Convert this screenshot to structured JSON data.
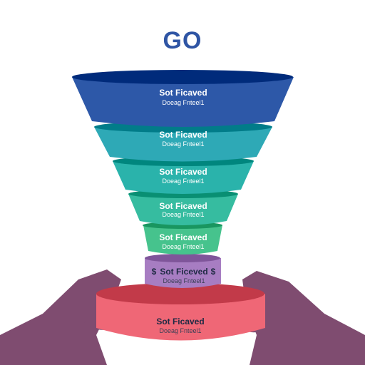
{
  "title": "GO",
  "colors": {
    "title": "#2f55a4",
    "text_light": "#ffffff",
    "text_dark_title": "#1f2a44",
    "text_dark_sub": "#3a3f55"
  },
  "layers": [
    {
      "title": "Sot Ficaved",
      "sub": "Doeag Fnteel1",
      "color": "#2d58a8"
    },
    {
      "title": "Sot Ficaved",
      "sub": "Doeag Fnteel1",
      "color": "#2ea9b6"
    },
    {
      "title": "Sot Ficaved",
      "sub": "Doeag Fnteel1",
      "color": "#2ab3ab"
    },
    {
      "title": "Sot Ficaved",
      "sub": "Doeag Fnteel1",
      "color": "#36bca0"
    },
    {
      "title": "Sot Ficaved",
      "sub": "Doeag Fnteel1",
      "color": "#46c38d"
    }
  ],
  "neck": {
    "title": "Sot Ficeved",
    "sub": "Doeag Fnteel1",
    "left_symbol": "$",
    "right_symbol": "$",
    "color": "#a77dc2"
  },
  "base": {
    "title": "Sot Ficaved",
    "sub": "Doeag Fnteel1",
    "color": "#ef6776"
  },
  "hands_color": "#7f4c70"
}
